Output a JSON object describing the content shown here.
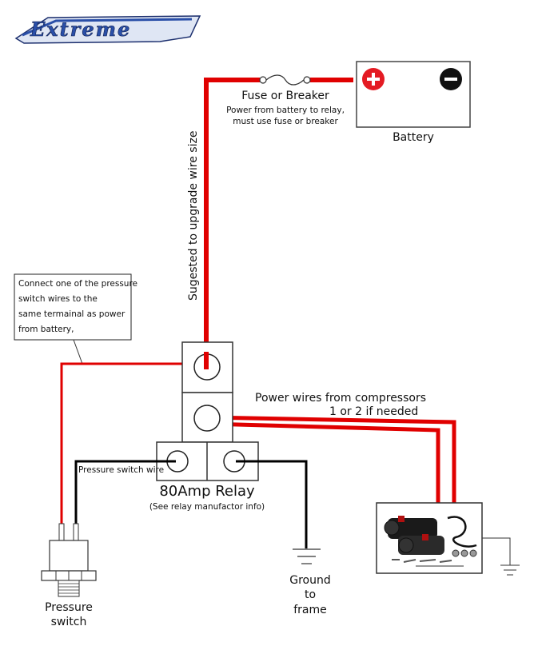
{
  "brand": {
    "logo_text": "Extreme"
  },
  "colors": {
    "power_wire": "#e00000",
    "signal_wire": "#000000",
    "outline": "#333333",
    "battery_plus": "#e41b23",
    "battery_minus": "#111111",
    "logo_blue": "#2a4fa8"
  },
  "labels": {
    "fuse_title": "Fuse or Breaker",
    "fuse_note_1": "Power from battery to relay,",
    "fuse_note_2": "must use fuse or breaker",
    "battery": "Battery",
    "wire_size_note": "Sugested to upgrade wire size",
    "callout_1": "Connect one of the pressure",
    "callout_2": "switch wires to the",
    "callout_3": "same termainal as power",
    "callout_4": "from battery,",
    "compressor_wires_1": "Power wires from compressors",
    "compressor_wires_2": "1 or 2 if needed",
    "pressure_switch_wire": "Pressure switch wire",
    "relay_title": "80Amp Relay",
    "relay_note": "(See relay manufactor info)",
    "ground_1": "Ground",
    "ground_2": "to",
    "ground_3": "frame",
    "pressure_switch_1": "Pressure",
    "pressure_switch_2": "switch"
  },
  "icons": {
    "battery_positive": "plus-icon",
    "battery_negative": "minus-icon",
    "fuse": "fuse-icon",
    "ground": "ground-icon",
    "compressor": "compressor-icon",
    "pressure_switch": "pressure-switch-icon"
  }
}
